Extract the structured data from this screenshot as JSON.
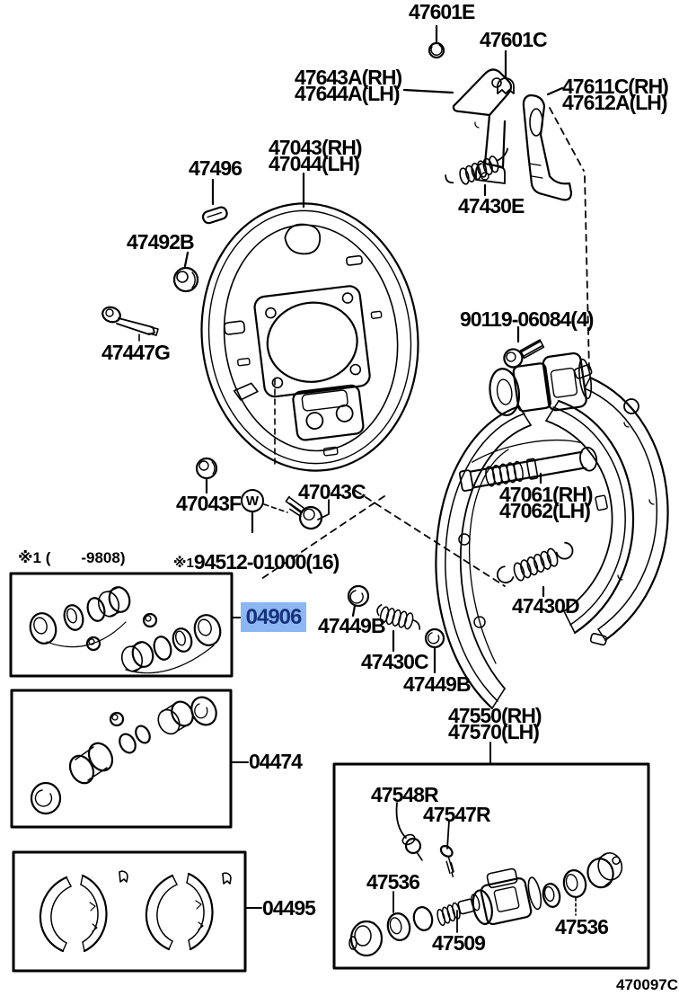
{
  "diagram": {
    "code": "470097C",
    "footnote": "※1 (　　-9808)",
    "hardware_note": {
      "marker": "※1",
      "number": "94512-01000(16)"
    },
    "selected_part": {
      "number": "04906",
      "bg": "#8db7f2",
      "fg": "#17327d"
    },
    "callouts": {
      "p47601E": "47601E",
      "p47601C": "47601C",
      "p47643A": "47643A(RH)",
      "p47644A": "47644A(LH)",
      "p47611C": "47611C(RH)",
      "p47612A": "47612A(LH)",
      "p47043": "47043(RH)",
      "p47044": "47044(LH)",
      "p47496": "47496",
      "p47492B": "47492B",
      "p47447G": "47447G",
      "p47430E": "47430E",
      "p90119": "90119-06084(4)",
      "p47061": "47061(RH)",
      "p47062": "47062(LH)",
      "p47043F": "47043F",
      "w_mark": "W",
      "p47043C": "47043C",
      "p47449B_a": "47449B",
      "p47430C": "47430C",
      "p47449B_b": "47449B",
      "p47430D": "47430D",
      "p47550": "47550(RH)",
      "p47570": "47570(LH)",
      "p47548R": "47548R",
      "p47547R": "47547R",
      "p47536_a": "47536",
      "p47509": "47509",
      "p47536_b": "47536",
      "k04474": "04474",
      "k04495": "04495"
    }
  }
}
